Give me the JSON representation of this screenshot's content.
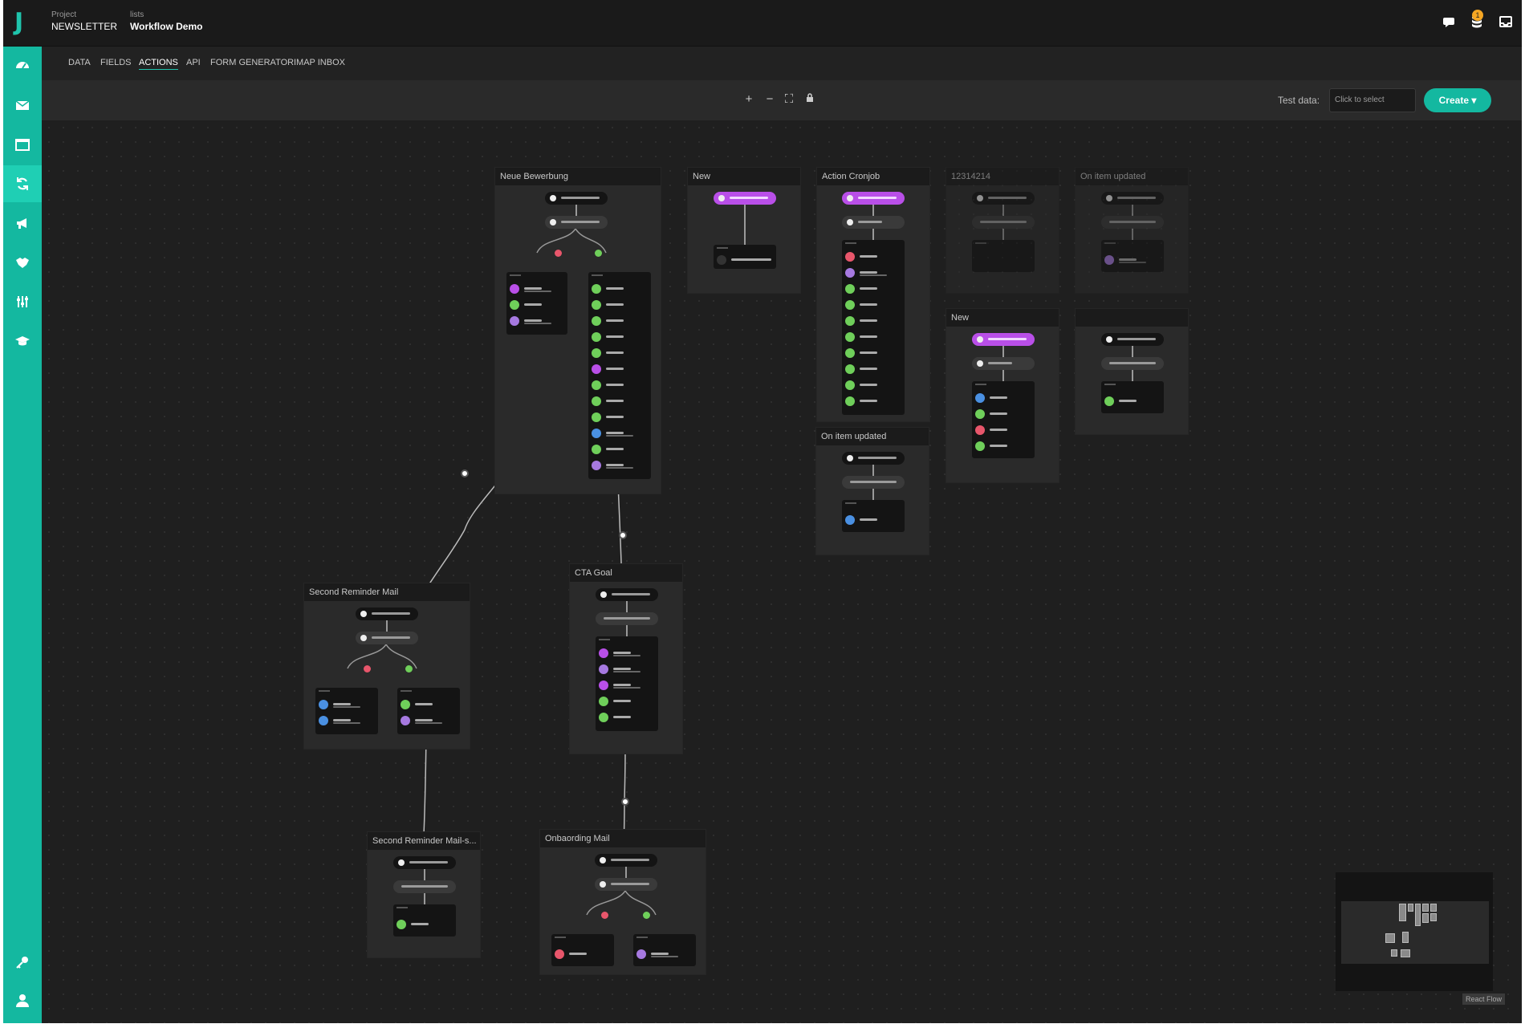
{
  "app": {
    "logo": "J",
    "accent": "#14b8a0"
  },
  "breadcrumbs": [
    {
      "key": "Project",
      "value": "NEWSLETTER"
    },
    {
      "key": "lists",
      "value": "Workflow Demo"
    }
  ],
  "top_icons": [
    "chat-icon",
    "database-icon",
    "inbox-icon"
  ],
  "notification_badge": "1",
  "sidebar": {
    "items": [
      {
        "icon": "dashboard-icon"
      },
      {
        "icon": "mail-icon"
      },
      {
        "icon": "window-icon"
      },
      {
        "icon": "sync-icon",
        "active": true
      },
      {
        "icon": "megaphone-icon"
      },
      {
        "icon": "handshake-icon"
      },
      {
        "icon": "sliders-icon"
      },
      {
        "icon": "graduation-cap-icon"
      },
      {
        "icon": "key-icon"
      },
      {
        "icon": "user-icon"
      }
    ]
  },
  "tabs": [
    {
      "label": "DATA"
    },
    {
      "label": "FIELDS"
    },
    {
      "label": "ACTIONS",
      "active": true
    },
    {
      "label": "API"
    },
    {
      "label": "FORM GENERATOR"
    },
    {
      "label": "IMAP INBOX"
    }
  ],
  "toolbar": {
    "controls": [
      "zoom-in-icon",
      "zoom-out-icon",
      "fit-view-icon",
      "lock-icon"
    ],
    "test_data_label": "Test data:",
    "test_data_placeholder": "Click to select",
    "create_label": "Create ▾"
  },
  "workflows": [
    {
      "title": "Neue Bewerbung"
    },
    {
      "title": "New"
    },
    {
      "title": "Action Cronjob"
    },
    {
      "title": "12314214"
    },
    {
      "title": "On item updated"
    },
    {
      "title": "New"
    },
    {
      "title": ""
    },
    {
      "title": "On item updated"
    },
    {
      "title": "Second Reminder Mail"
    },
    {
      "title": "CTA Goal"
    },
    {
      "title": "Second Reminder Mail-s..."
    },
    {
      "title": "Onbaording Mail"
    }
  ],
  "minimap_badge": "React Flow"
}
